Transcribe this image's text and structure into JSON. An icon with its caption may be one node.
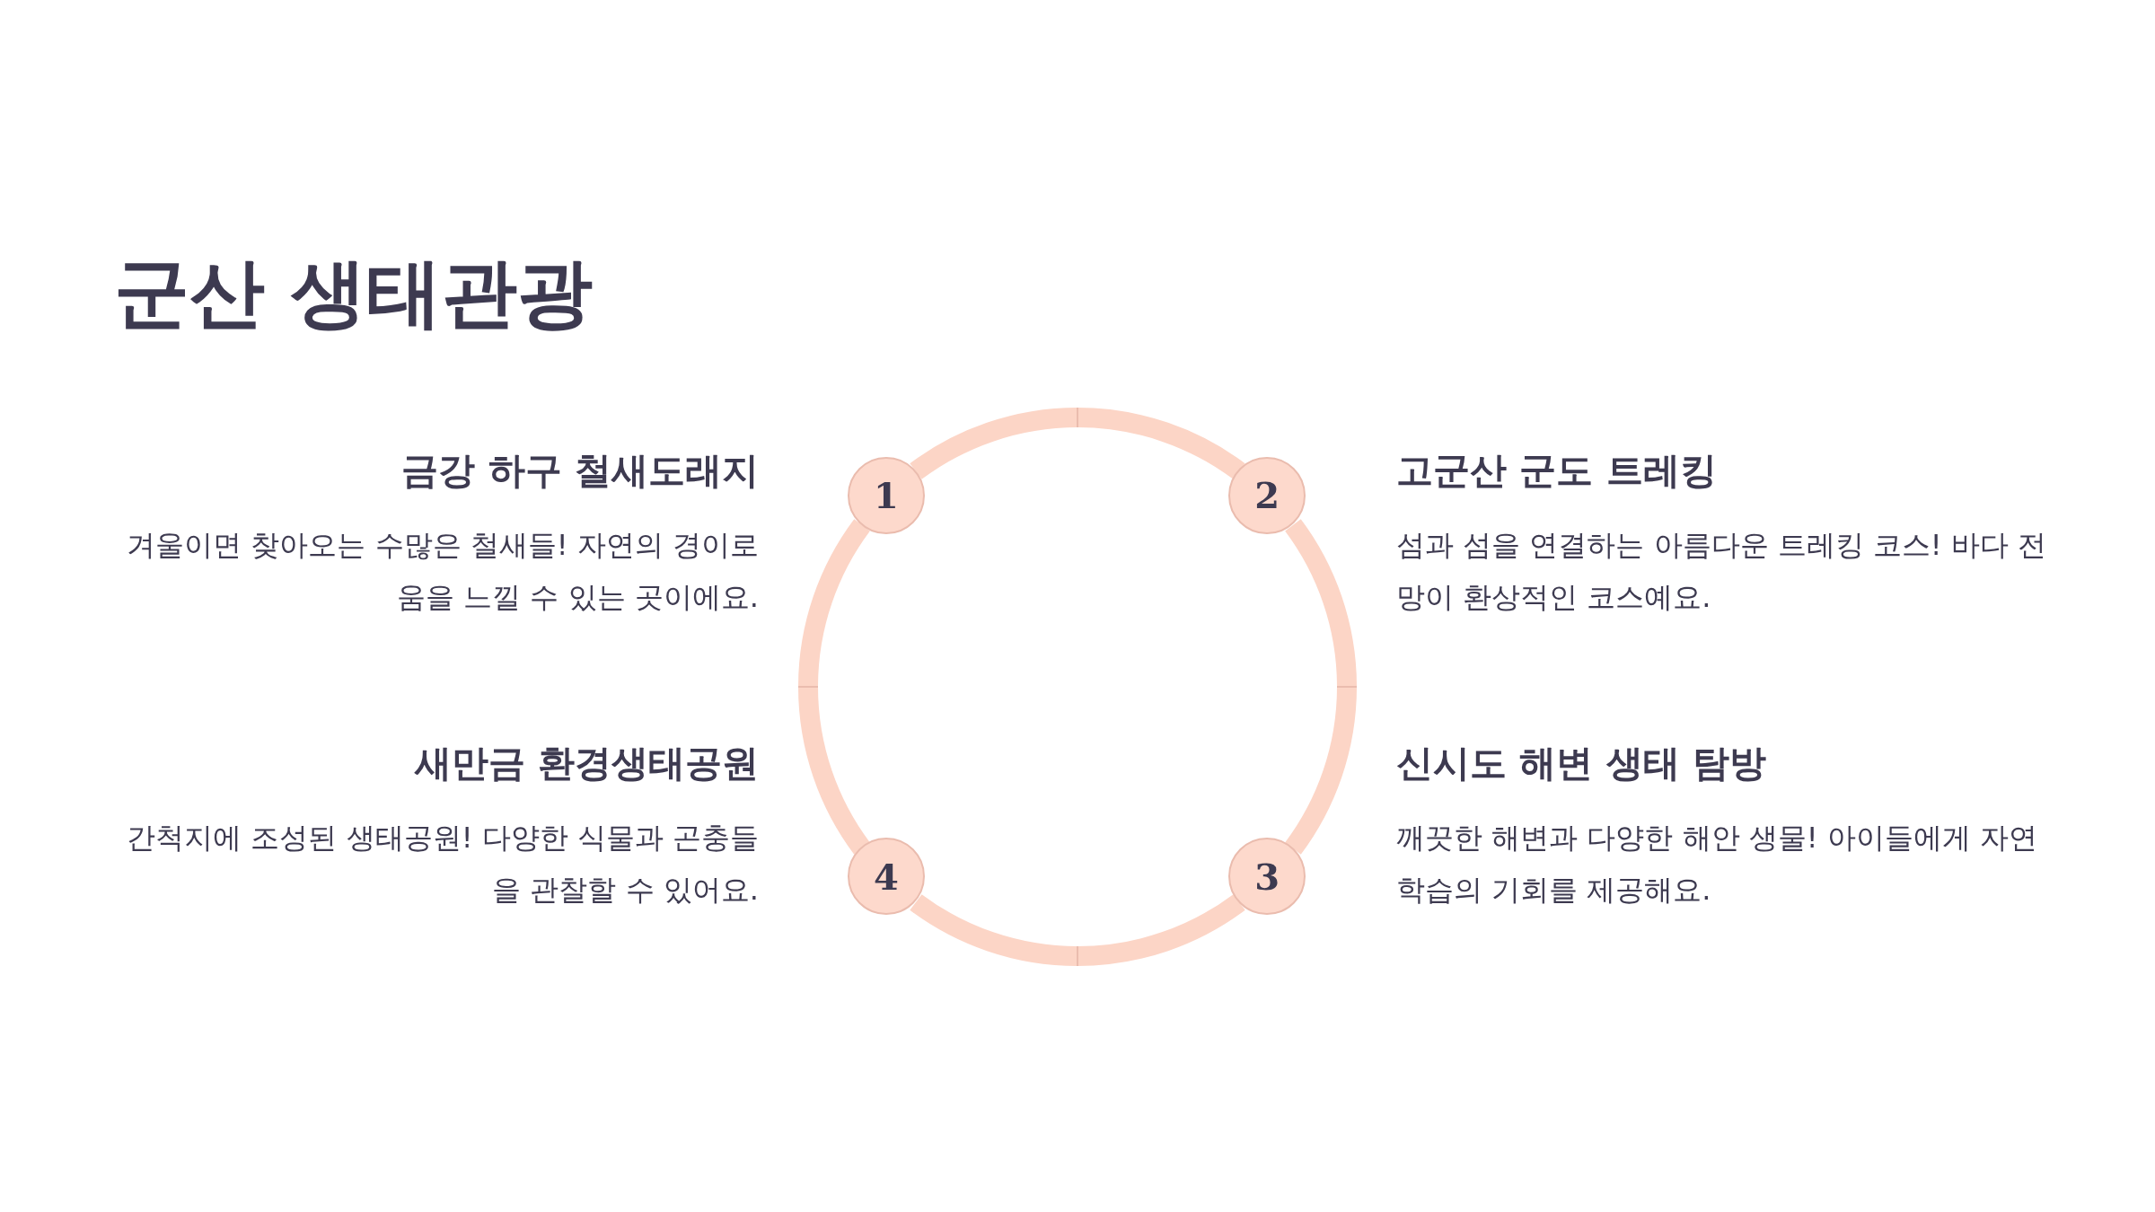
{
  "diagram": {
    "title": "군산 생태관광",
    "nodes": [
      {
        "text": [
          "1"
        ],
        "beside": [
          "금강 하구 철새도래지",
          "겨울이면 찾아오는 수많은 철새들! 자연의 경이로움을 느낄 수 있는 곳이에요."
        ]
      },
      {
        "text": [
          "2"
        ],
        "beside": [
          "고군산 군도 트레킹",
          "섬과 섬을 연결하는 아름다운 트레킹 코스! 바다 전망이 환상적인 코스예요."
        ]
      },
      {
        "text": [
          "3"
        ],
        "beside": [
          "신시도 해변 생태 탐방",
          "깨끗한 해변과 다양한 해안 생물! 아이들에게 자연 학습의 기회를 제공해요."
        ]
      },
      {
        "text": [
          "4"
        ],
        "beside": [
          "새만금 환경생태공원",
          "간척지에 조성된 생태공원! 다양한 식물과 곤충들을 관찰할 수 있어요."
        ]
      }
    ],
    "edges": [
      {
        "from": 0,
        "to": 1,
        "arrow": "none"
      },
      {
        "from": 1,
        "to": 2,
        "arrow": "none"
      },
      {
        "from": 2,
        "to": 3,
        "arrow": "none"
      },
      {
        "from": 3,
        "to": 0,
        "arrow": "none"
      }
    ]
  }
}
